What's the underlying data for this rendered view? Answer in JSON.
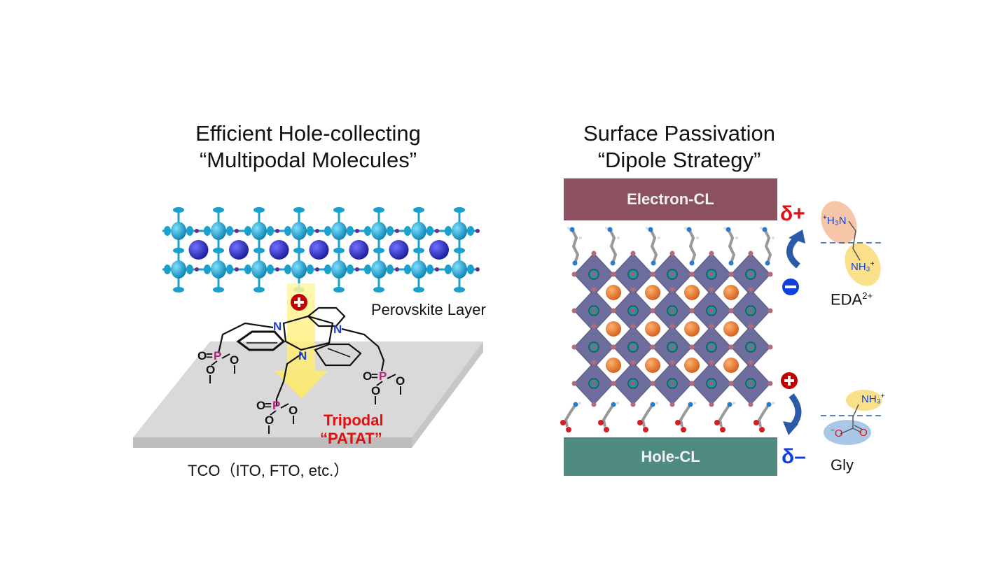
{
  "left": {
    "title_line1": "Efficient Hole-collecting",
    "title_line2": "“Multipodal Molecules”",
    "perovskite_label": "Perovskite Layer",
    "substrate_label": "TCO（ITO, FTO, etc.）",
    "molecule_name_line1": "Tripodal",
    "molecule_name_line2": "“PATAT”",
    "atom_N": "N",
    "atom_P": "P",
    "atom_O": "O",
    "phosphonate_top": "O=",
    "charge_plus": "+"
  },
  "right": {
    "title_line1": "Surface Passivation",
    "title_line2": "“Dipole Strategy”",
    "electron_layer": "Electron-CL",
    "hole_layer": "Hole-CL",
    "delta_plus": "δ+",
    "delta_minus": "δ–",
    "eda_label": "EDA",
    "eda_sup": "2+",
    "gly_label": "Gly",
    "eda_h3n": "H₃N",
    "eda_nh3": "NH₃",
    "gly_nh3": "NH₃",
    "gly_o_minus": "O",
    "gly_o": "O",
    "plus": "+",
    "minus": "−"
  },
  "colors": {
    "electron_cl": "#8b5160",
    "hole_cl": "#4e8a80",
    "octahedron": "#6e6e9e",
    "a_cation": "#e07a3a",
    "perovskite_sphere": "#2a2ab8",
    "perovskite_cyan": "#1aa0cc",
    "red_charge": "#c00000",
    "blue_charge": "#1040e0",
    "tripodal_text": "#e01010"
  }
}
